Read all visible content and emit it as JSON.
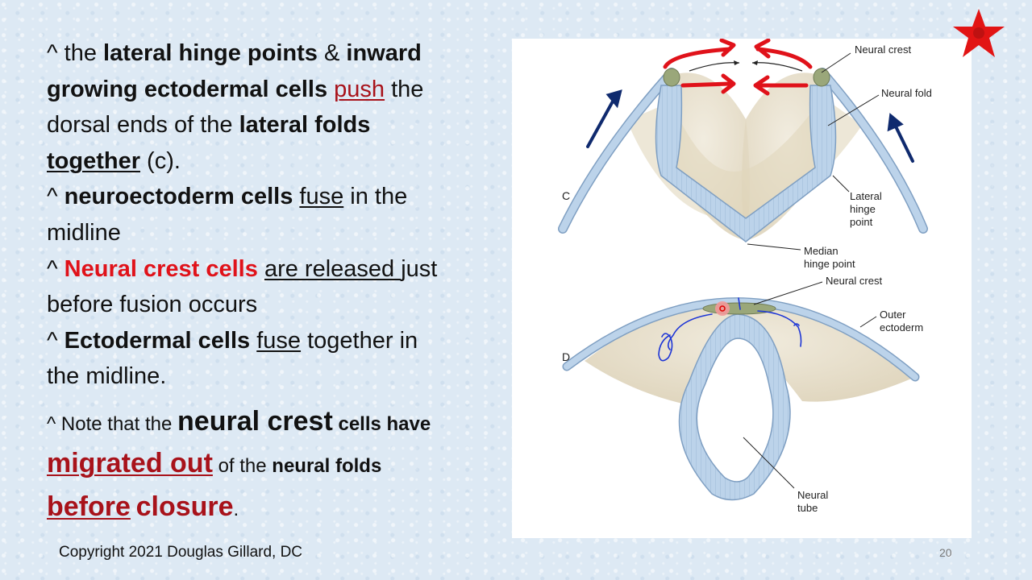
{
  "text_block": {
    "line1": {
      "p1": "^ the ",
      "p2": "lateral hinge points",
      "p3": " & ",
      "p4": "inward"
    },
    "line2": {
      "p1": "growing ectodermal cells",
      "p2": " ",
      "p3": "push",
      "p4": " the"
    },
    "line3": {
      "p1": "dorsal ends of the ",
      "p2": "lateral folds"
    },
    "line4": {
      "p1": "together",
      "p2": " (c)."
    },
    "line5": {
      "p1": "^ ",
      "p2": "neuroectoderm cells",
      "p3": " ",
      "p4": "fuse",
      "p5": " in the"
    },
    "line6": {
      "p1": "midline"
    },
    "line7": {
      "p1": "^ ",
      "p2": "Neural crest cells",
      "p3": " ",
      "p4": "are released ",
      "p5": "just"
    },
    "line8": {
      "p1": "before fusion occurs"
    },
    "line9": {
      "p1": "^ ",
      "p2": "Ectodermal cells",
      "p3": " ",
      "p4": "fuse",
      "p5": " together in"
    },
    "line10": {
      "p1": "the midline."
    }
  },
  "note": {
    "line1": {
      "p1": "^ Note that the ",
      "p2": "neural crest",
      "p3": " cells have"
    },
    "line2": {
      "p1": "migrated out",
      "p2": " of the ",
      "p3": "neural folds"
    },
    "line3": {
      "p1": "before",
      "p2": " ",
      "p3": "closure",
      "p4": "."
    }
  },
  "copyright": "Copyright 2021 Douglas Gillard, DC",
  "page_number": "20",
  "figure": {
    "panel_c": {
      "letter": "C",
      "labels": {
        "neural_crest": "Neural crest",
        "neural_fold": "Neural fold",
        "lateral_hinge_1": "Lateral",
        "lateral_hinge_2": "hinge",
        "lateral_hinge_3": "point",
        "median_hinge_1": "Median",
        "median_hinge_2": "hinge point"
      }
    },
    "panel_d": {
      "letter": "D",
      "labels": {
        "neural_crest": "Neural crest",
        "outer_ectoderm_1": "Outer",
        "outer_ectoderm_2": "ectoderm",
        "neural_tube_1": "Neural",
        "neural_tube_2": "tube"
      }
    }
  },
  "colors": {
    "accent_red": "#e0121a",
    "dark_red": "#a8121a",
    "arrow_navy": "#0f2a6e",
    "tissue_blue": "#bcd3ea",
    "tissue_edge": "#7f9fc2",
    "crest_green": "#9aa77a",
    "mesenchyme": "#e4dcc7"
  }
}
